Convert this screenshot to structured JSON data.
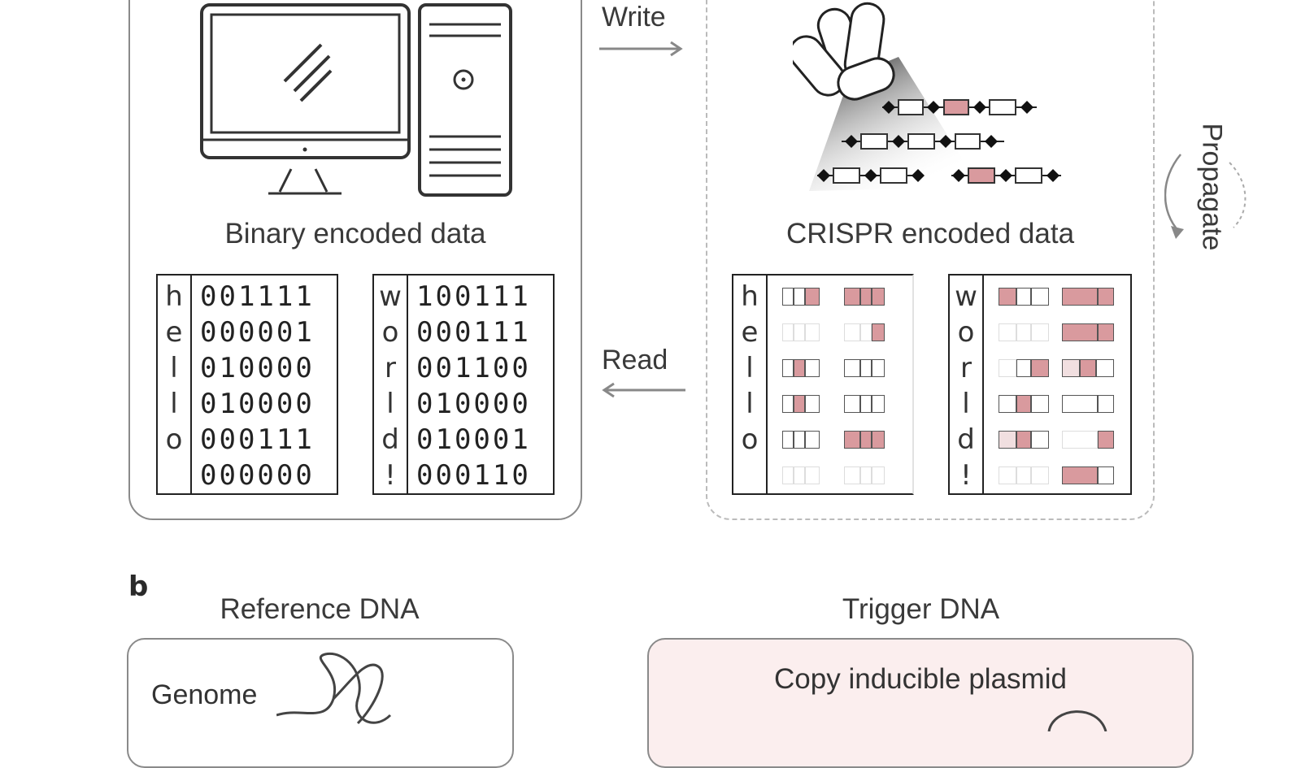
{
  "panel_a": {
    "computer_caption": "Binary encoded data",
    "crispr_caption": "CRISPR encoded data",
    "write_label": "Write",
    "read_label": "Read",
    "propagate_label": "Propagate",
    "binary_tables": [
      {
        "rows": [
          {
            "char": "h",
            "bits": "001111"
          },
          {
            "char": "e",
            "bits": "000001"
          },
          {
            "char": "l",
            "bits": "010000"
          },
          {
            "char": "l",
            "bits": "010000"
          },
          {
            "char": "o",
            "bits": "000111"
          },
          {
            "char": "",
            "bits": "000000"
          }
        ]
      },
      {
        "rows": [
          {
            "char": "w",
            "bits": "100111"
          },
          {
            "char": "o",
            "bits": "000111"
          },
          {
            "char": "r",
            "bits": "001100"
          },
          {
            "char": "l",
            "bits": "010000"
          },
          {
            "char": "d",
            "bits": "010001"
          },
          {
            "char": "!",
            "bits": "000110"
          }
        ]
      }
    ],
    "crispr_tables": [
      {
        "chars": [
          "h",
          "e",
          "l",
          "l",
          "o",
          ""
        ]
      },
      {
        "chars": [
          "w",
          "o",
          "r",
          "l",
          "d",
          "!"
        ]
      }
    ]
  },
  "panel_b": {
    "letter": "b",
    "reference_title": "Reference DNA",
    "trigger_title": "Trigger DNA",
    "genome_label": "Genome",
    "plasmid_label": "Copy inducible plasmid"
  },
  "colors": {
    "accent_pink": "#d99a9e",
    "panel_border": "#8a8a8a",
    "trigger_bg": "#fbeeee"
  }
}
